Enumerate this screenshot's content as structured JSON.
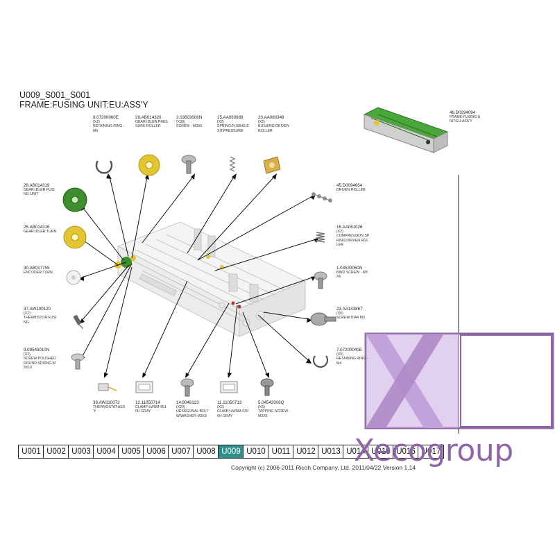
{
  "header": {
    "code": "U009_S001_S001",
    "title": "FRAME:FUSING UNIT:EU:ASS'Y"
  },
  "parts": {
    "p8": {
      "num": "8.07200060E",
      "text": "(x2)\nRETAINING RING -\nM6"
    },
    "p29": {
      "num": "29.AB014320",
      "text": "GEAR:IDLER:PRES\nSURE ROLLER"
    },
    "p2": {
      "num": "2.03603006N",
      "text": "(x30)\nSCREW - M3X6"
    },
    "p15": {
      "num": "15.AA060989",
      "text": "(x2)\nSPRING:FUSING:E\nXIT:PRESSURE"
    },
    "p20": {
      "num": "20.AA080348",
      "text": "(x2)\nBUSHING:DRIVEN\nROLLER"
    },
    "p48": {
      "num": "48.D0294094",
      "text": "FRAME:FUSING:U\nNIT:EU:ASS'Y"
    },
    "p28": {
      "num": "28.AB014319",
      "text": "GEAR:IDLER:FUSI\nNG UNIT"
    },
    "p45": {
      "num": "45.D0094664",
      "text": "DRIVEN ROLLER"
    },
    "p25": {
      "num": "25.AB014316",
      "text": "GEAR:IDLER:TURN"
    },
    "p16": {
      "num": "16.AA061026",
      "text": "(x2)\nCOMPRESSION SP\nRING:DRIVEN ROL\nLER"
    },
    "p30": {
      "num": "30.AB017759",
      "text": "ENCODER:TURN"
    },
    "p1": {
      "num": "1.03530060N",
      "text": "BIND SCREW - M3\nX6"
    },
    "p37": {
      "num": "37.AW100120",
      "text": "(x2)\nTHERMISTOR:FUSI\nNG"
    },
    "p23": {
      "num": "23.AA143867",
      "text": "(x6)\nSCREW:DIA4 M3"
    },
    "p9": {
      "num": "9.09543010N",
      "text": "(x2)\nSCREW:POLISHED\n ROUND:SPRING:M\n3X10"
    },
    "p7": {
      "num": "7.07200040E",
      "text": "(x5)\nRETAINING RING -\nM4"
    },
    "p38": {
      "num": "38.AW110072",
      "text": "THERMOSTAT:ASS\n'Y"
    },
    "p12": {
      "num": "12.11050714",
      "text": "CLAMP:LWSM-851\n0H GRAY"
    },
    "p14": {
      "num": "14.8046123",
      "text": "(x20)\nHEXAGONAL BOLT\n W/WASHER M3X8"
    },
    "p11": {
      "num": "11.11050713",
      "text": "(x2)\nCLAMP:LWSM-030\n6H GRAY"
    },
    "p5": {
      "num": "5.04543006Q",
      "text": "(x6)\nTAPPING SCREW -\nM3X6"
    }
  },
  "tabs": [
    "U001",
    "U002",
    "U003",
    "U004",
    "U005",
    "U006",
    "U007",
    "U008",
    "U009",
    "U010",
    "U011",
    "U012",
    "U013",
    "U014",
    "U015",
    "U016",
    "U017"
  ],
  "active_tab": "U009",
  "footer": {
    "copyright": "Copyright (c) 2006-2011 Ricoh Company, Ltd.    2011/04/22 Version 1.14"
  },
  "watermark": {
    "text": "Xecogroup",
    "color": "#8e66a8"
  },
  "colors": {
    "green_gear": "#3d8f2e",
    "yellow_gear": "#e3c431",
    "active_tab": "#2f8f8a",
    "frame_green": "#4aa83a"
  }
}
